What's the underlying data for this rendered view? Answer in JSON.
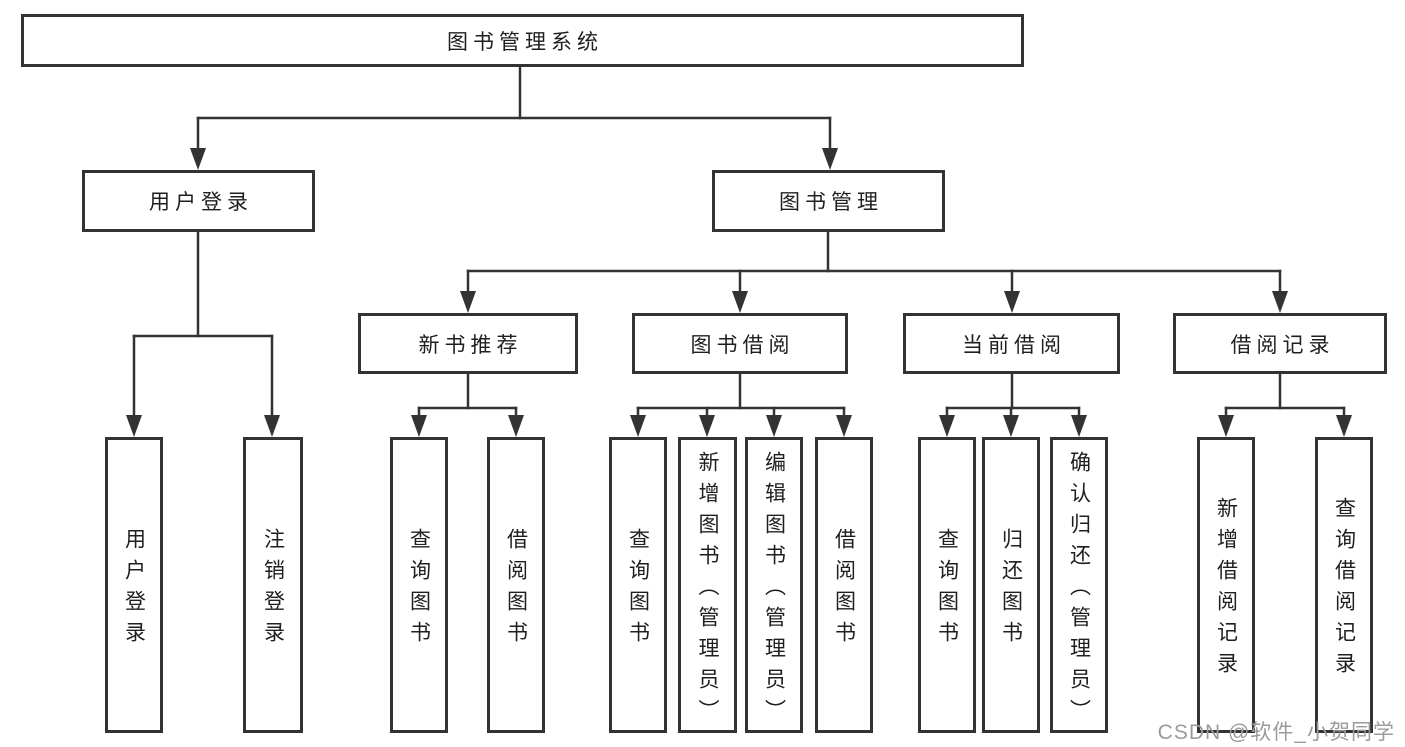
{
  "diagram": {
    "root": {
      "label": "图书管理系统"
    },
    "level2": [
      {
        "label": "用户登录"
      },
      {
        "label": "图书管理"
      }
    ],
    "level3": [
      {
        "label": "新书推荐"
      },
      {
        "label": "图书借阅"
      },
      {
        "label": "当前借阅"
      },
      {
        "label": "借阅记录"
      }
    ],
    "leaves": {
      "user_login": [
        "用户登录",
        "注销登录"
      ],
      "new_books": [
        "查询图书",
        "借阅图书"
      ],
      "book_borrow": [
        "查询图书",
        "新增图书（管理员）",
        "编辑图书（管理员）",
        "借阅图书"
      ],
      "current_borrow": [
        "查询图书",
        "归还图书",
        "确认归还（管理员）"
      ],
      "borrow_records": [
        "新增借阅记录",
        "查询借阅记录"
      ]
    },
    "colors": {
      "line": "#333333",
      "text": "#1f1f1f",
      "watermark": "#9b9b9b",
      "background": "#ffffff"
    },
    "watermark": "CSDN @软件_小贺同学"
  }
}
